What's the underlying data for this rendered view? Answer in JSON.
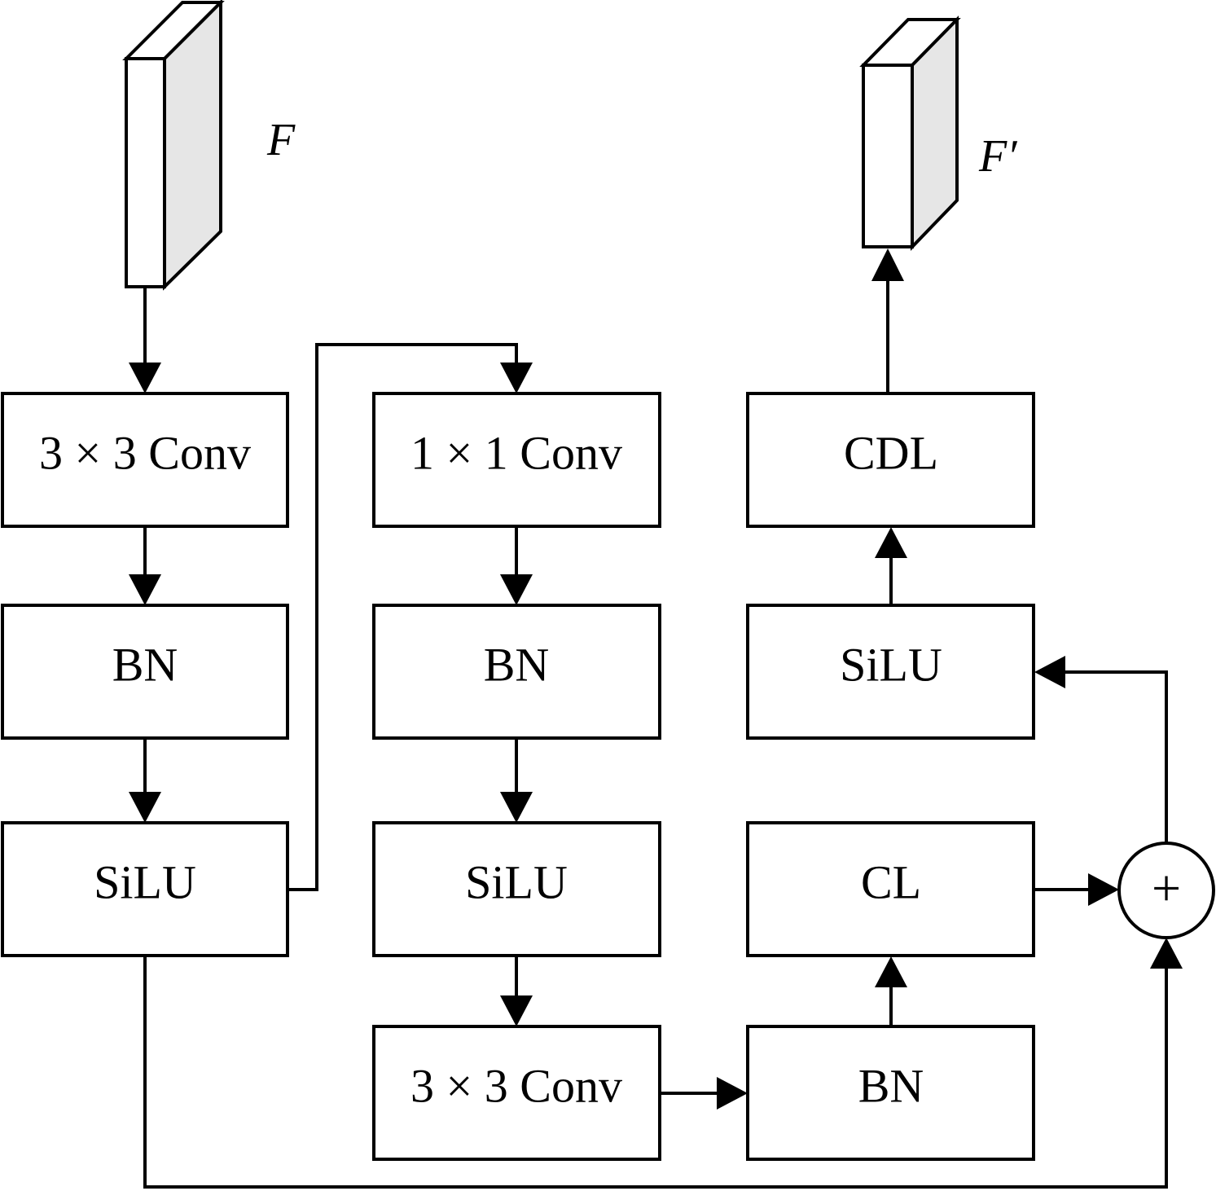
{
  "input_tensor": {
    "label": "F"
  },
  "output_tensor": {
    "label": "F′"
  },
  "column1": {
    "conv": "3 × 3 Conv",
    "bn": "BN",
    "silu": "SiLU"
  },
  "column2": {
    "conv1": "1 × 1 Conv",
    "bn": "BN",
    "silu": "SiLU",
    "conv3": "3 × 3 Conv"
  },
  "column3": {
    "cdl": "CDL",
    "silu": "SiLU",
    "cl": "CL",
    "bn": "BN"
  },
  "sum_node": {
    "symbol": "+"
  }
}
